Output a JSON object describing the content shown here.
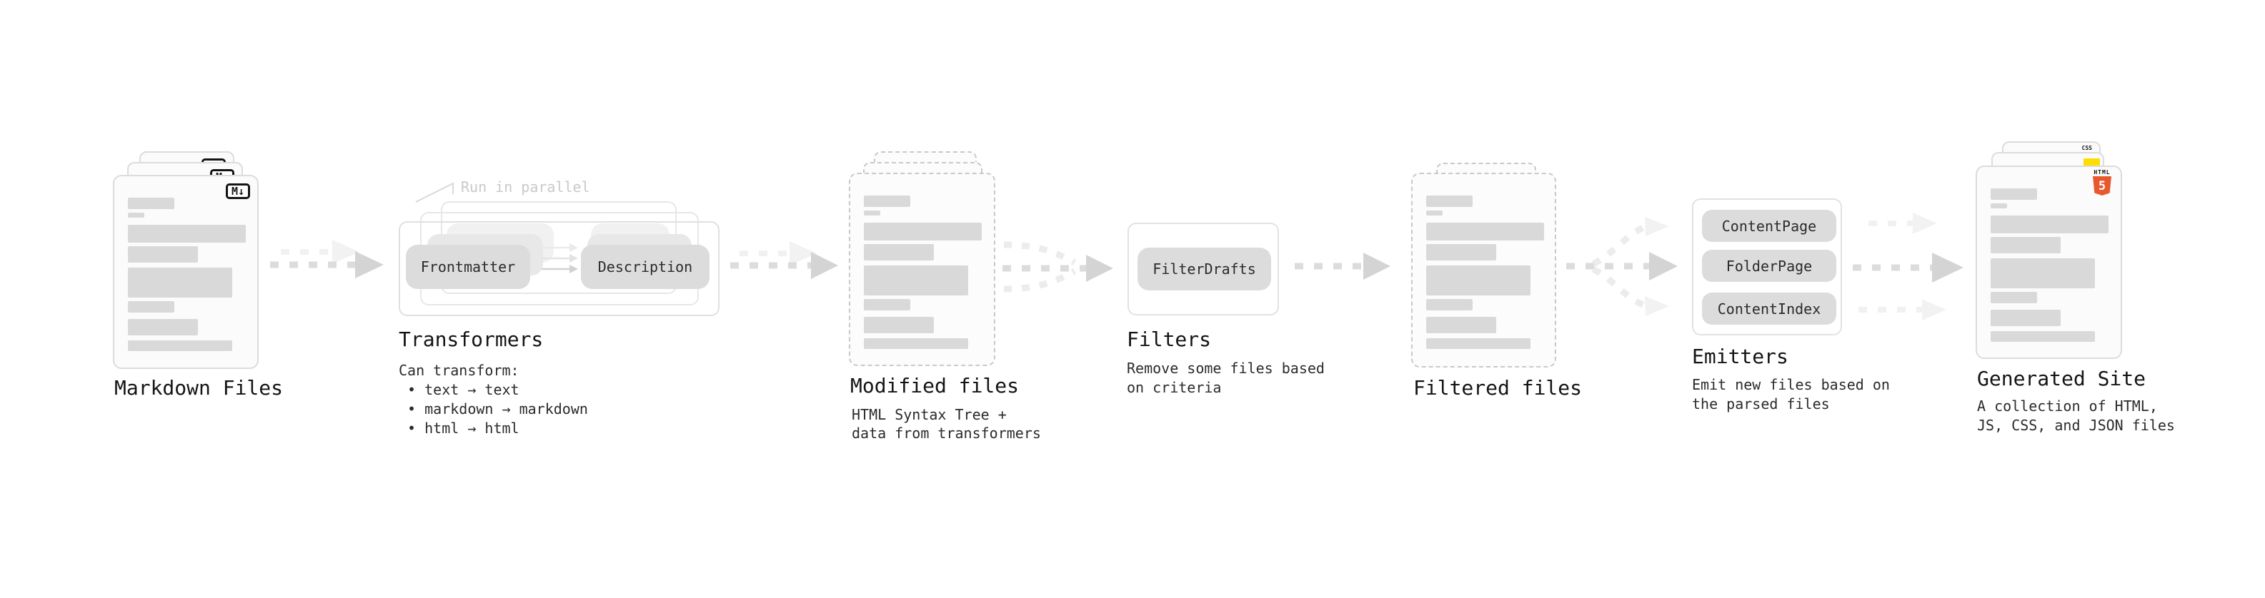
{
  "diagram": {
    "stages": {
      "markdown": {
        "title": "Markdown Files",
        "badge": "M↓"
      },
      "transformers": {
        "title": "Transformers",
        "annotation": "Run in parallel",
        "pills": {
          "frontmatter": "Frontmatter",
          "description": "Description"
        },
        "body": "Can transform:\n • text → text\n • markdown → markdown\n • html → html"
      },
      "modified": {
        "title": "Modified files",
        "subtitle": "HTML Syntax Tree +\ndata from transformers"
      },
      "filters": {
        "title": "Filters",
        "subtitle": "Remove some files based\non criteria",
        "pills": {
          "filterdrafts": "FilterDrafts"
        }
      },
      "filtered": {
        "title": "Filtered files"
      },
      "emitters": {
        "title": "Emitters",
        "subtitle": "Emit new files based on\nthe parsed files",
        "pills": {
          "contentpage": "ContentPage",
          "folderpage": "FolderPage",
          "contentindex": "ContentIndex"
        }
      },
      "generated": {
        "title": "Generated Site",
        "subtitle": "A collection of HTML,\nJS, CSS, and JSON files",
        "badges": {
          "css": "CSS",
          "html_word": "HTML",
          "html_num": "5"
        }
      }
    },
    "colors": {
      "html5_orange": "#e8582d",
      "css_blue": "#2962f1",
      "js_yellow": "#ffdd00",
      "doc_bar": "#d9d9d9",
      "pill_gray": "#dcdcdc",
      "arrow_gray": "#d4d4d4"
    }
  }
}
